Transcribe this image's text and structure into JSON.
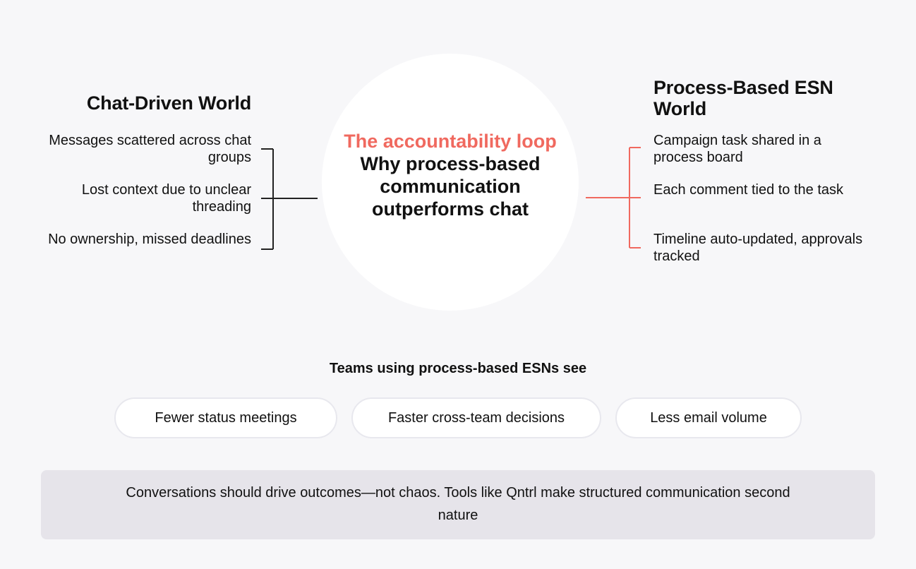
{
  "center": {
    "title": "The accountability loop",
    "subtitle": "Why process-based communication outperforms chat"
  },
  "left": {
    "title": "Chat-Driven World",
    "items": [
      "Messages scattered across chat groups",
      "Lost context due to unclear threading",
      "No ownership, missed deadlines"
    ]
  },
  "right": {
    "title": "Process-Based ESN World",
    "items": [
      "Campaign task shared in a process board",
      "Each comment tied to the task",
      "Timeline auto-updated, approvals tracked"
    ]
  },
  "results": {
    "heading": "Teams using process-based ESNs see",
    "pills": [
      "Fewer status meetings",
      "Faster cross-team decisions",
      "Less email volume"
    ]
  },
  "footer": {
    "text": "Conversations should drive outcomes—not chaos. Tools like Qntrl make structured communication second nature"
  },
  "colors": {
    "accent": "#f0695f",
    "left_connector": "#222222",
    "right_connector": "#f0695f",
    "background": "#f7f7f9",
    "footer_bg": "#e6e4ea"
  }
}
